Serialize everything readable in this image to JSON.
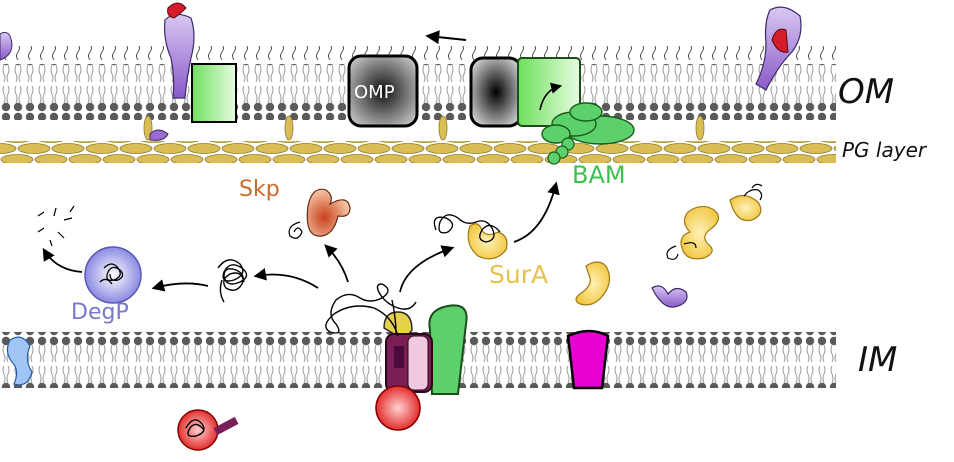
{
  "labels": {
    "om": "OM",
    "im": "IM",
    "pg_layer": "PG layer",
    "bam": "BAM",
    "skp": "Skp",
    "sura": "SurA",
    "degp": "DegP",
    "omp": "OMP"
  },
  "colors": {
    "bam": "#3fbf4f",
    "skp": "#cd6a2c",
    "sura": "#e6c34f",
    "degp": "#7a78c8",
    "sec_translocon": "#7a1f55",
    "membrane_protein_magenta": "#e600d2",
    "peptidoglycan": "#d9bd55",
    "lipoprotein_purple": "#9b6bd0"
  }
}
